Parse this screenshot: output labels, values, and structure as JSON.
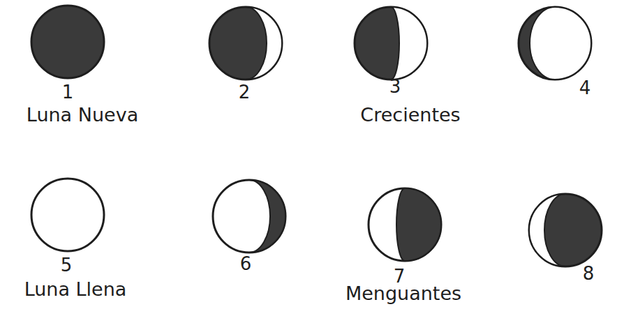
{
  "diagram": {
    "labels": [
      "1",
      "2",
      "3",
      "4",
      "Luna Nueva",
      "Crecientes",
      "5",
      "6",
      "7",
      "8",
      "Luna Llena",
      "Menguantes"
    ]
  }
}
